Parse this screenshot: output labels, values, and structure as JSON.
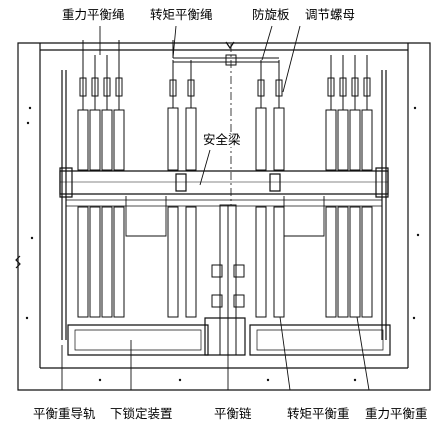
{
  "labels": {
    "gravity_rope": "重力平衡绳",
    "torque_rope": "转矩平衡绳",
    "anti_rotation_plate": "防旋板",
    "adjusting_nut": "调节螺母",
    "safety_beam": "安全梁",
    "counterweight_guide": "平衡重导轨",
    "lower_lock_device": "下锁定装置",
    "balance_chain": "平衡链",
    "torque_counterweight": "转矩平衡重",
    "gravity_counterweight": "重力平衡重"
  },
  "colors": {
    "line": "#111111",
    "background": "#ffffff"
  }
}
